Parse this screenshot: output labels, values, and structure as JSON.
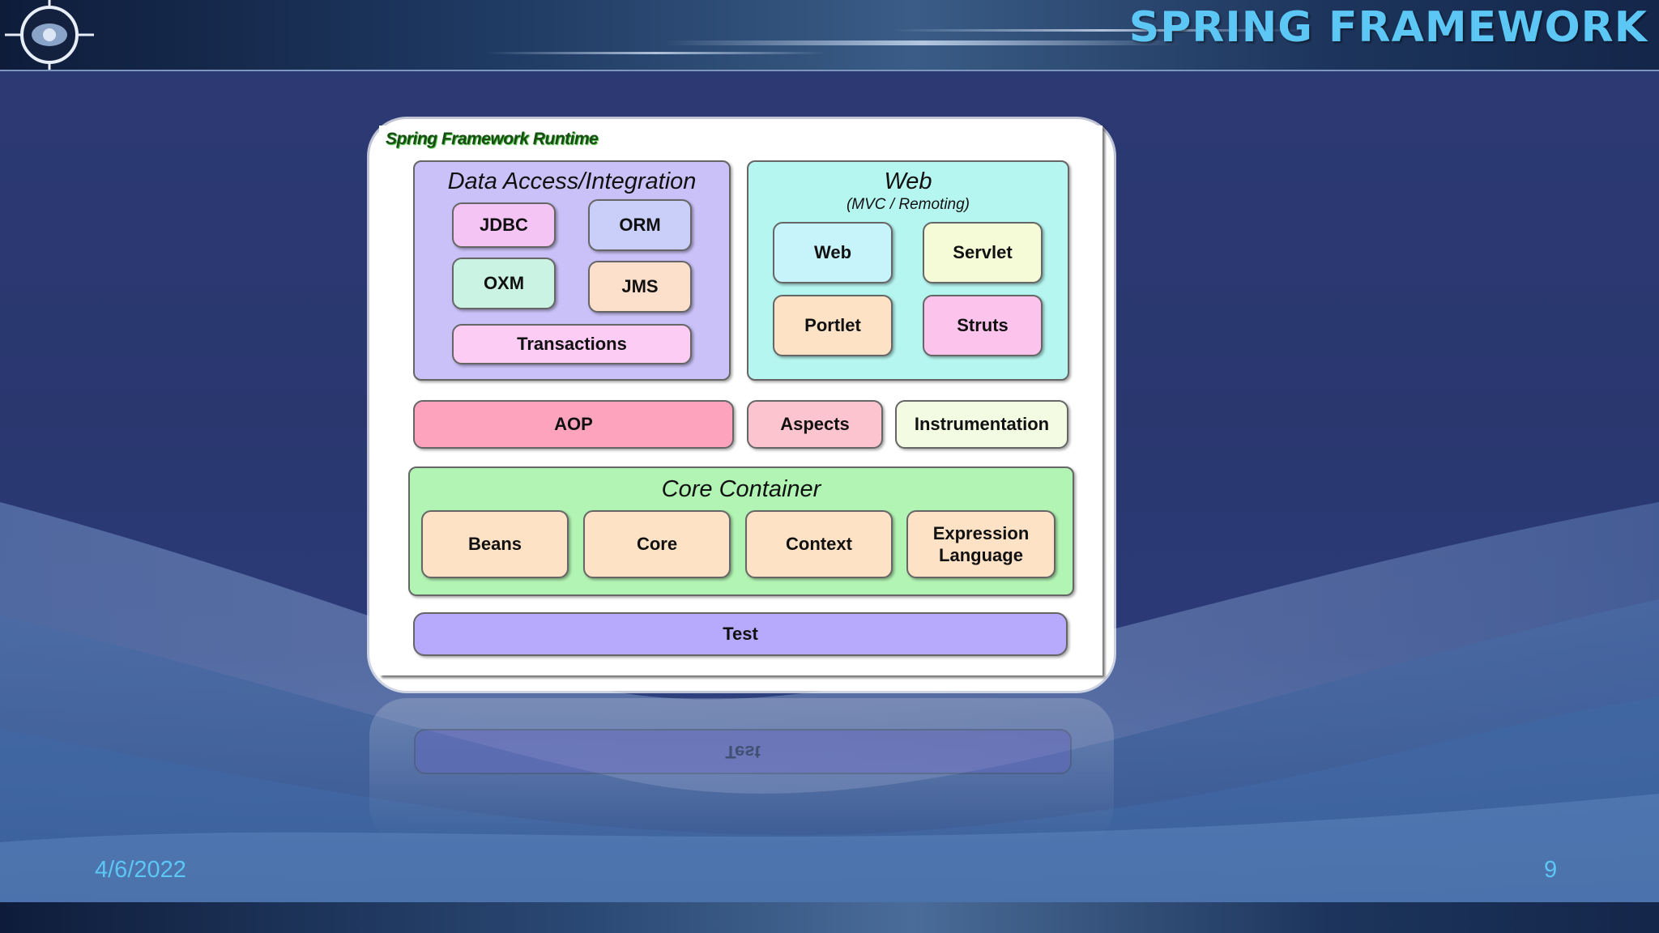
{
  "slide": {
    "title": "SPRING FRAMEWORK",
    "date": "4/6/2022",
    "page_number": "9"
  },
  "diagram": {
    "runtime_label": "Spring Framework Runtime",
    "data_access": {
      "title": "Data Access/Integration",
      "modules": {
        "jdbc": "JDBC",
        "orm": "ORM",
        "oxm": "OXM",
        "jms": "JMS",
        "transactions": "Transactions"
      }
    },
    "web": {
      "title": "Web",
      "subtitle": "(MVC / Remoting)",
      "modules": {
        "web": "Web",
        "servlet": "Servlet",
        "portlet": "Portlet",
        "struts": "Struts"
      }
    },
    "middle": {
      "aop": "AOP",
      "aspects": "Aspects",
      "instrumentation": "Instrumentation"
    },
    "core_container": {
      "title": "Core Container",
      "modules": {
        "beans": "Beans",
        "core": "Core",
        "context": "Context",
        "expression_language": "Expression Language"
      }
    },
    "test": "Test"
  },
  "colors": {
    "title_text": "#5cc6f4",
    "data_access_bg": "#c9c1f7",
    "web_bg": "#b6f6f0",
    "core_container_bg": "#b2f4b4",
    "aop_bg": "#fda3be",
    "aspects_bg": "#fcc4ce",
    "instrumentation_bg": "#f3fbe3",
    "test_bg": "#b7a9fb"
  }
}
